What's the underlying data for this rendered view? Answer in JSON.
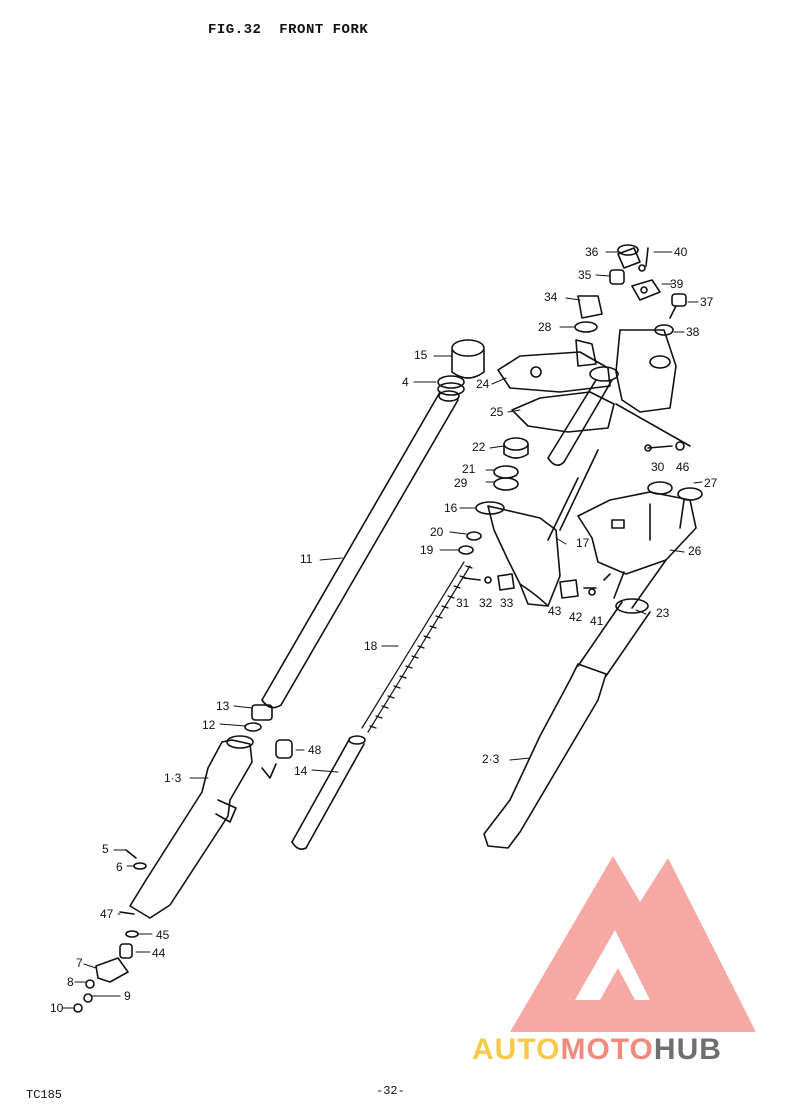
{
  "figure": {
    "number": "FIG.32",
    "title": "FRONT FORK"
  },
  "footer": {
    "model": "TC185",
    "page": "-32-"
  },
  "watermark": {
    "part1": "AUTO",
    "part2": "MOTO",
    "part3": "HUB",
    "colors": {
      "auto": "#f7c94a",
      "moto": "#f08a7e",
      "hub": "#6f6f6f",
      "logo": "#f59a94"
    }
  },
  "callouts": {
    "c36": "36",
    "c40": "40",
    "c35": "35",
    "c39": "39",
    "c34": "34",
    "c37": "37",
    "c28": "28",
    "c38": "38",
    "c15": "15",
    "c4": "4",
    "c24": "24",
    "c25": "25",
    "c22": "22",
    "c30": "30",
    "c46": "46",
    "c21": "21",
    "c29": "29",
    "c27": "27",
    "c16": "16",
    "c11": "11",
    "c20": "20",
    "c17": "17",
    "c19": "19",
    "c26": "26",
    "c31": "31",
    "c32": "32",
    "c33": "33",
    "c43": "43",
    "c42": "42",
    "c41": "41",
    "c23": "23",
    "c18": "18",
    "c13": "13",
    "c12": "12",
    "c48": "48",
    "c2_3": "2·3",
    "c1_3": "1·3",
    "c14": "14",
    "c5": "5",
    "c6": "6",
    "c47": "47",
    "c45": "45",
    "c44": "44",
    "c7": "7",
    "c8": "8",
    "c9": "9",
    "c10": "10"
  }
}
